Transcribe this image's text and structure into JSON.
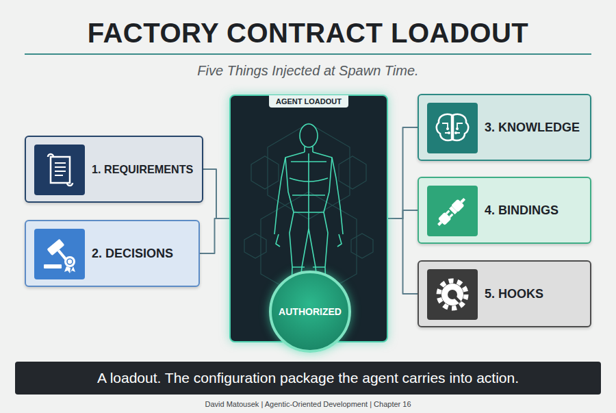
{
  "diagram": {
    "title": "FACTORY CONTRACT LOADOUT",
    "nodes": [
      {
        "text": [
          "1. REQUIREMENTS"
        ]
      },
      {
        "text": [
          "2. DECISIONS"
        ]
      },
      {
        "text": [
          "AGENT LOADOUT"
        ]
      },
      {
        "text": [
          "AUTHORIZED"
        ],
        "in": 2
      },
      {
        "text": [
          "3. KNOWLEDGE"
        ]
      },
      {
        "text": [
          "4. BINDINGS"
        ]
      },
      {
        "text": [
          "5. HOOKS"
        ]
      },
      {
        "text": [
          "A loadout. The configuration package the agent carries into action."
        ]
      }
    ],
    "edges": [
      {
        "from": 0,
        "to": 2,
        "arrow": "none"
      },
      {
        "from": 1,
        "to": 2,
        "arrow": "none"
      },
      {
        "from": 2,
        "to": 4,
        "arrow": "none"
      },
      {
        "from": 2,
        "to": 5,
        "arrow": "none"
      },
      {
        "from": 2,
        "to": 6,
        "arrow": "none"
      }
    ],
    "labels": [
      "Five Things Injected at Spawn Time.",
      "David Matousek | Agentic-Oriented Development | Chapter 16"
    ]
  }
}
